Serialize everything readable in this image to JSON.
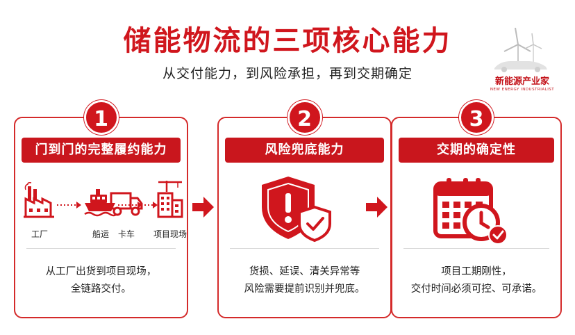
{
  "header": {
    "title": "储能物流的三项核心能力",
    "subtitle": "从交付能力，到风险承担，再到交期确定"
  },
  "logo": {
    "main_text": "新能源产业家",
    "sub_text": "NEW ENERGY INDUSTRIALIST"
  },
  "cards": [
    {
      "number": "1",
      "title": "门到门的完整履约能力",
      "flow": [
        {
          "label": "工厂",
          "icon": "factory-icon"
        },
        {
          "label": "船运",
          "icon": "ship-icon"
        },
        {
          "label": "卡车",
          "icon": "truck-icon"
        },
        {
          "label": "项目现场",
          "icon": "project-site-icon"
        }
      ],
      "desc_line1": "从工厂出货到项目现场，",
      "desc_line2": "全链路交付。"
    },
    {
      "number": "2",
      "title": "风险兜底能力",
      "icon": "shield-warning-icon",
      "desc_line1": "货损、延误、清关异常等",
      "desc_line2": "风险需要提前识别并兜底。"
    },
    {
      "number": "3",
      "title": "交期的确定性",
      "icon": "calendar-clock-icon",
      "desc_line1": "项目工期刚性，",
      "desc_line2": "交付时间必须可控、可承诺。"
    }
  ],
  "colors": {
    "brand_red": "#d0161d",
    "banner_red": "#c9161d",
    "text": "#222222"
  }
}
